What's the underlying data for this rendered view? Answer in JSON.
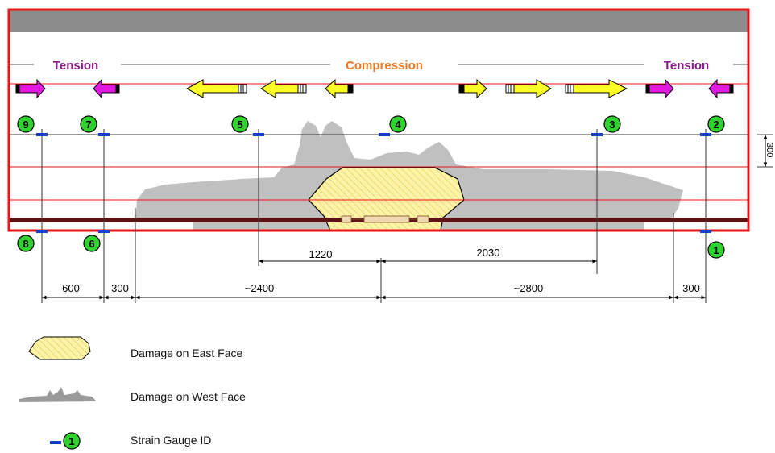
{
  "labels": {
    "tension_left": "Tension",
    "compression": "Compression",
    "tension_right": "Tension"
  },
  "gauges": [
    "1",
    "2",
    "3",
    "4",
    "5",
    "6",
    "7",
    "8",
    "9"
  ],
  "dimensions": {
    "d1220": "1220",
    "d2030": "2030",
    "d600": "600",
    "d300_left": "300",
    "d2400": "~2400",
    "d2800": "~2800",
    "d300_right": "300",
    "d300_vertical": "300"
  },
  "legend": {
    "east": "Damage on East Face",
    "west": "Damage on West Face",
    "gauge": "Strain Gauge ID",
    "gauge_sample": "1"
  },
  "colors": {
    "frame": "#e8141a",
    "top_band": "#8c8c8c",
    "west_damage": "#c0c0c0",
    "east_damage": "#fff3a8",
    "tension": "#e019e0",
    "compression_arrow": "#ffff26",
    "compression_text": "#f07820",
    "tension_text": "#8a1a8a",
    "gauge_circle": "#2fd22f",
    "gauge_mark": "#1440c8",
    "bar": "#5a1414"
  }
}
